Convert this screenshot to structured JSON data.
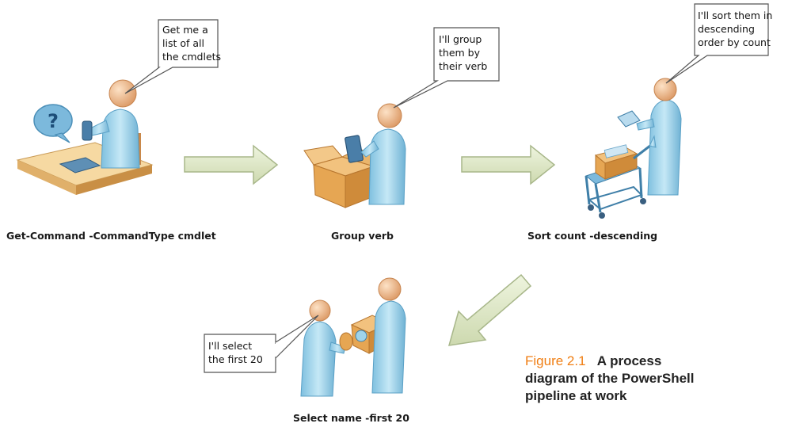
{
  "stages": [
    {
      "label": "Get-Command -CommandType cmdlet",
      "bubble": [
        "Get me a",
        "list of all",
        "the cmdlets"
      ]
    },
    {
      "label": "Group verb",
      "bubble": [
        "I'll group",
        "them by",
        "their verb"
      ]
    },
    {
      "label": "Sort count -descending",
      "bubble": [
        "I'll sort them in",
        "descending",
        "order by count"
      ]
    },
    {
      "label": "Select name -first 20",
      "bubble": [
        "I'll select",
        "the first 20"
      ]
    }
  ],
  "caption": {
    "figure_number": "Figure 2.1",
    "text_line1": "A process",
    "text_line2": "diagram of the PowerShell",
    "text_line3": "pipeline at work"
  },
  "colors": {
    "person_body": "#9fd3ea",
    "person_head": "#f3b98a",
    "arrow_fill": "#e2ecca",
    "arrow_stroke": "#a8b78a",
    "box": "#e6a653",
    "desk": "#f3cf8d",
    "caption_accent": "#f07e13"
  },
  "icons": [
    "person-with-phone-icon",
    "question-bubble-icon",
    "box-person-icon",
    "cart-person-icon",
    "handoff-people-icon"
  ]
}
